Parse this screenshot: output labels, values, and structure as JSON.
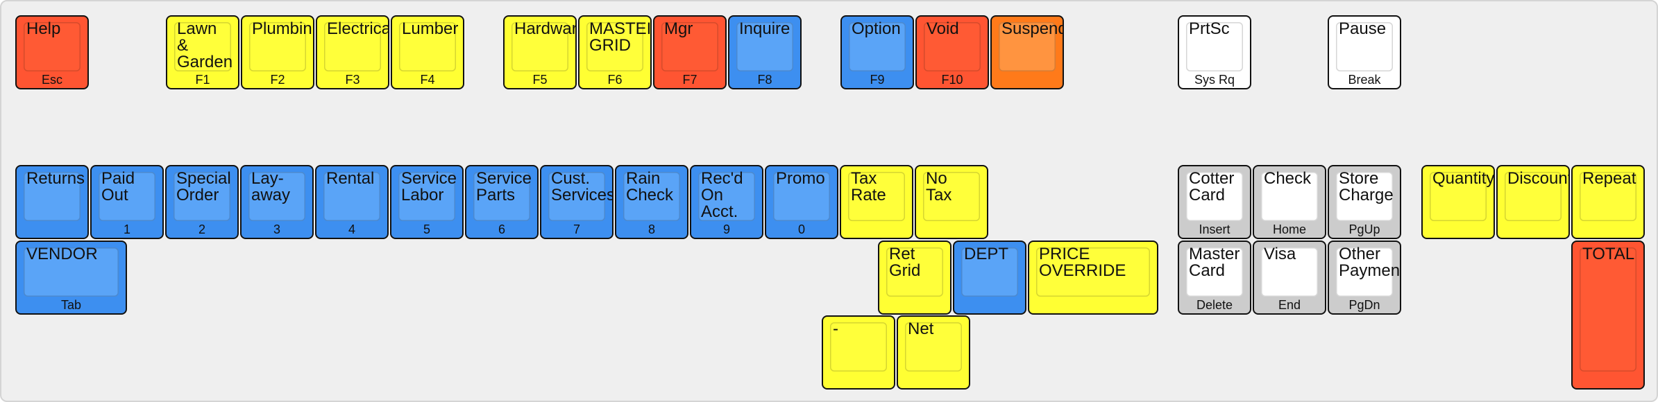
{
  "palette": {
    "red": "#ff5532",
    "red_cap": "#ff5a34",
    "yellow": "#ffff33",
    "yellow_cap": "#ffff3a",
    "blue": "#3d8ff0",
    "blue_cap": "#5aa4f7",
    "orange": "#ff7a1a",
    "orange_cap": "#ff9440",
    "white": "#ffffff",
    "white_cap": "#ffffff",
    "gray": "#cccccc",
    "gray_cap": "#ffffff"
  },
  "keys": [
    {
      "name": "help-key",
      "label": "Help",
      "sub": "Esc",
      "color": "red"
    },
    {
      "name": "lawn-garden-key",
      "label": "Lawn\n&\nGarden",
      "sub": "F1",
      "color": "yellow"
    },
    {
      "name": "plumbing-key",
      "label": "Plumbin",
      "sub": "F2",
      "color": "yellow"
    },
    {
      "name": "electrical-key",
      "label": "Electrica",
      "sub": "F3",
      "color": "yellow"
    },
    {
      "name": "lumber-key",
      "label": "Lumber",
      "sub": "F4",
      "color": "yellow"
    },
    {
      "name": "hardware-key",
      "label": "Hardwar",
      "sub": "F5",
      "color": "yellow"
    },
    {
      "name": "master-grid-key",
      "label": "MASTEI\nGRID",
      "sub": "F6",
      "color": "yellow"
    },
    {
      "name": "mgr-key",
      "label": "Mgr",
      "sub": "F7",
      "color": "red"
    },
    {
      "name": "inquire-key",
      "label": "Inquire",
      "sub": "F8",
      "color": "blue"
    },
    {
      "name": "option-key",
      "label": "Option",
      "sub": "F9",
      "color": "blue"
    },
    {
      "name": "void-key",
      "label": "Void",
      "sub": "F10",
      "color": "red"
    },
    {
      "name": "suspend-key",
      "label": "Suspend",
      "sub": "",
      "color": "orange"
    },
    {
      "name": "prtsc-key",
      "label": "PrtSc",
      "sub": "Sys Rq",
      "color": "white"
    },
    {
      "name": "pause-key",
      "label": "Pause",
      "sub": "Break",
      "color": "white"
    },
    {
      "name": "returns-key",
      "label": "Returns",
      "sub": "",
      "color": "blue"
    },
    {
      "name": "paid-out-key",
      "label": "Paid\nOut",
      "sub": "1",
      "color": "blue"
    },
    {
      "name": "special-order-key",
      "label": "Special\nOrder",
      "sub": "2",
      "color": "blue"
    },
    {
      "name": "layaway-key",
      "label": "Lay-\naway",
      "sub": "3",
      "color": "blue"
    },
    {
      "name": "rental-key",
      "label": "Rental",
      "sub": "4",
      "color": "blue"
    },
    {
      "name": "service-labor-key",
      "label": "Service\nLabor",
      "sub": "5",
      "color": "blue"
    },
    {
      "name": "service-parts-key",
      "label": "Service\nParts",
      "sub": "6",
      "color": "blue"
    },
    {
      "name": "cust-services-key",
      "label": "Cust.\nServices",
      "sub": "7",
      "color": "blue"
    },
    {
      "name": "rain-check-key",
      "label": "Rain\nCheck",
      "sub": "8",
      "color": "blue"
    },
    {
      "name": "recd-on-acct-key",
      "label": "Rec'd\nOn\nAcct.",
      "sub": "9",
      "color": "blue"
    },
    {
      "name": "promo-key",
      "label": "Promo",
      "sub": "0",
      "color": "blue"
    },
    {
      "name": "tax-rate-key",
      "label": "Tax\nRate",
      "sub": "",
      "color": "yellow"
    },
    {
      "name": "no-tax-key",
      "label": "No\nTax",
      "sub": "",
      "color": "yellow"
    },
    {
      "name": "cotter-card-key",
      "label": "Cotter\nCard",
      "sub": "Insert",
      "color": "gray"
    },
    {
      "name": "check-key",
      "label": "Check",
      "sub": "Home",
      "color": "gray"
    },
    {
      "name": "store-charge-key",
      "label": "Store\nCharge",
      "sub": "PgUp",
      "color": "gray"
    },
    {
      "name": "quantity-key",
      "label": "Quantity",
      "sub": "",
      "color": "yellow"
    },
    {
      "name": "discount-key",
      "label": "Discount",
      "sub": "",
      "color": "yellow"
    },
    {
      "name": "repeat-key",
      "label": "Repeat",
      "sub": "",
      "color": "yellow"
    },
    {
      "name": "vendor-key",
      "label": "VENDOR",
      "sub": "Tab",
      "color": "blue"
    },
    {
      "name": "ret-grid-key",
      "label": "Ret\nGrid",
      "sub": "",
      "color": "yellow"
    },
    {
      "name": "dept-key",
      "label": "DEPT",
      "sub": "",
      "color": "blue"
    },
    {
      "name": "price-override-key",
      "label": "PRICE\nOVERRIDE",
      "sub": "",
      "color": "yellow"
    },
    {
      "name": "master-card-key",
      "label": "Master\nCard",
      "sub": "Delete",
      "color": "gray"
    },
    {
      "name": "visa-key",
      "label": "Visa",
      "sub": "End",
      "color": "gray"
    },
    {
      "name": "other-payment-key",
      "label": "Other\nPayment",
      "sub": "PgDn",
      "color": "gray"
    },
    {
      "name": "total-key",
      "label": "TOTAL",
      "sub": "",
      "color": "red"
    },
    {
      "name": "minus-key",
      "label": "-",
      "sub": "",
      "color": "yellow"
    },
    {
      "name": "net-key",
      "label": "Net",
      "sub": "",
      "color": "yellow"
    }
  ]
}
